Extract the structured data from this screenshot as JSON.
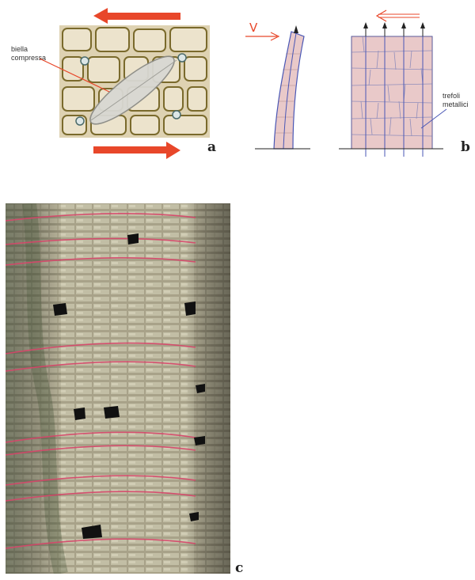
{
  "panels": {
    "a": {
      "letter": "a",
      "strut_label_line1": "biella",
      "strut_label_line2": "compressa"
    },
    "b": {
      "letter": "b",
      "force_label": "V",
      "tendon_label_line1": "trefoli",
      "tendon_label_line2": "metallici"
    },
    "c": {
      "letter": "c"
    }
  },
  "colors": {
    "arrow_red": "#e8472a",
    "masonry_fill": "#e9c9c9",
    "tendon_blue": "#4a57b5",
    "stone_fill": "#e6dcc2",
    "mortar": "#8a7a3a",
    "photo_wall": "#a49e86",
    "photo_band": "#d8456a"
  }
}
